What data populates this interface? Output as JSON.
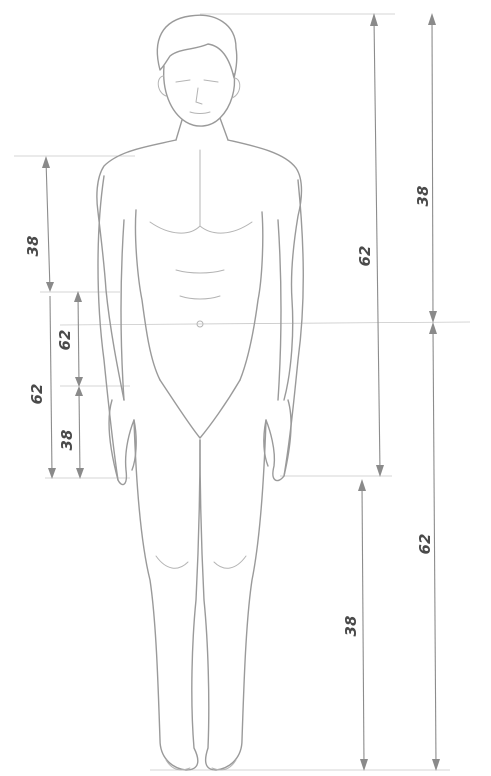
{
  "figure": {
    "colors": {
      "ink": "#9a9a9a",
      "label": "#4a4a4a",
      "paper": "#ffffff"
    }
  },
  "labels": {
    "left_outer_lower": "62",
    "left_inner_upper": "38",
    "left_inner_mid": "62",
    "left_inner_lower": "38",
    "center_upper": "62",
    "center_lower": "38",
    "right_upper": "38",
    "right_lower": "62"
  }
}
